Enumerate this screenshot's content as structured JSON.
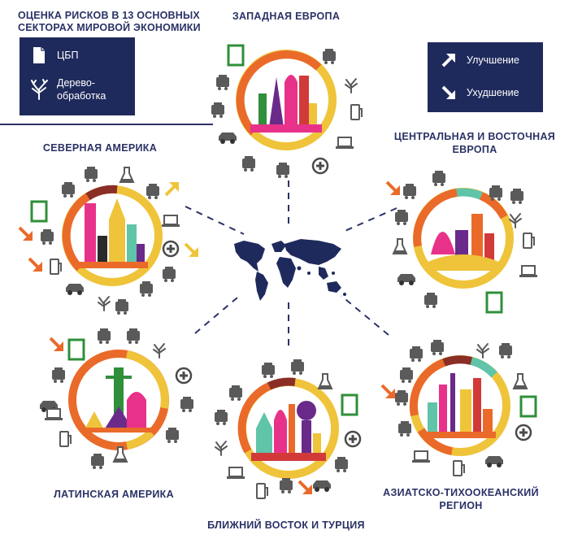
{
  "header": {
    "title_line1": "ОЦЕНКА РИСКОВ В 13 ОСНОВНЫХ",
    "title_line2": "СЕКТОРАХ МИРОВОЙ ЭКОНОМИКИ"
  },
  "legend_sectors": {
    "item1": "ЦБП",
    "item2_line1": "Дерево-",
    "item2_line2": "обработка"
  },
  "legend_trend": {
    "improve": "Улучшение",
    "worsen": "Ухудшение"
  },
  "regions": {
    "west_europe": "ЗАПАДНАЯ ЕВРОПА",
    "north_america": "СЕВЕРНАЯ АМЕРИКА",
    "ce_europe_line1": "ЦЕНТРАЛЬНАЯ И ВОСТОЧНАЯ",
    "ce_europe_line2": "ЕВРОПА",
    "latin_america": "ЛАТИНСКАЯ АМЕРИКА",
    "middle_east": "БЛИЖНИЙ ВОСТОК И ТУРЦИЯ",
    "apac_line1": "АЗИАТСКО-ТИХООКЕАНСКИЙ",
    "apac_line2": "РЕГИОН"
  },
  "colors": {
    "navy": "#1f2a5c",
    "orange": "#ea6a2a",
    "yellow": "#efc43a",
    "teal": "#5fc4a8",
    "brown": "#8a2e26",
    "green": "#2f8f3a",
    "icon_gray": "#5a5a5a"
  }
}
